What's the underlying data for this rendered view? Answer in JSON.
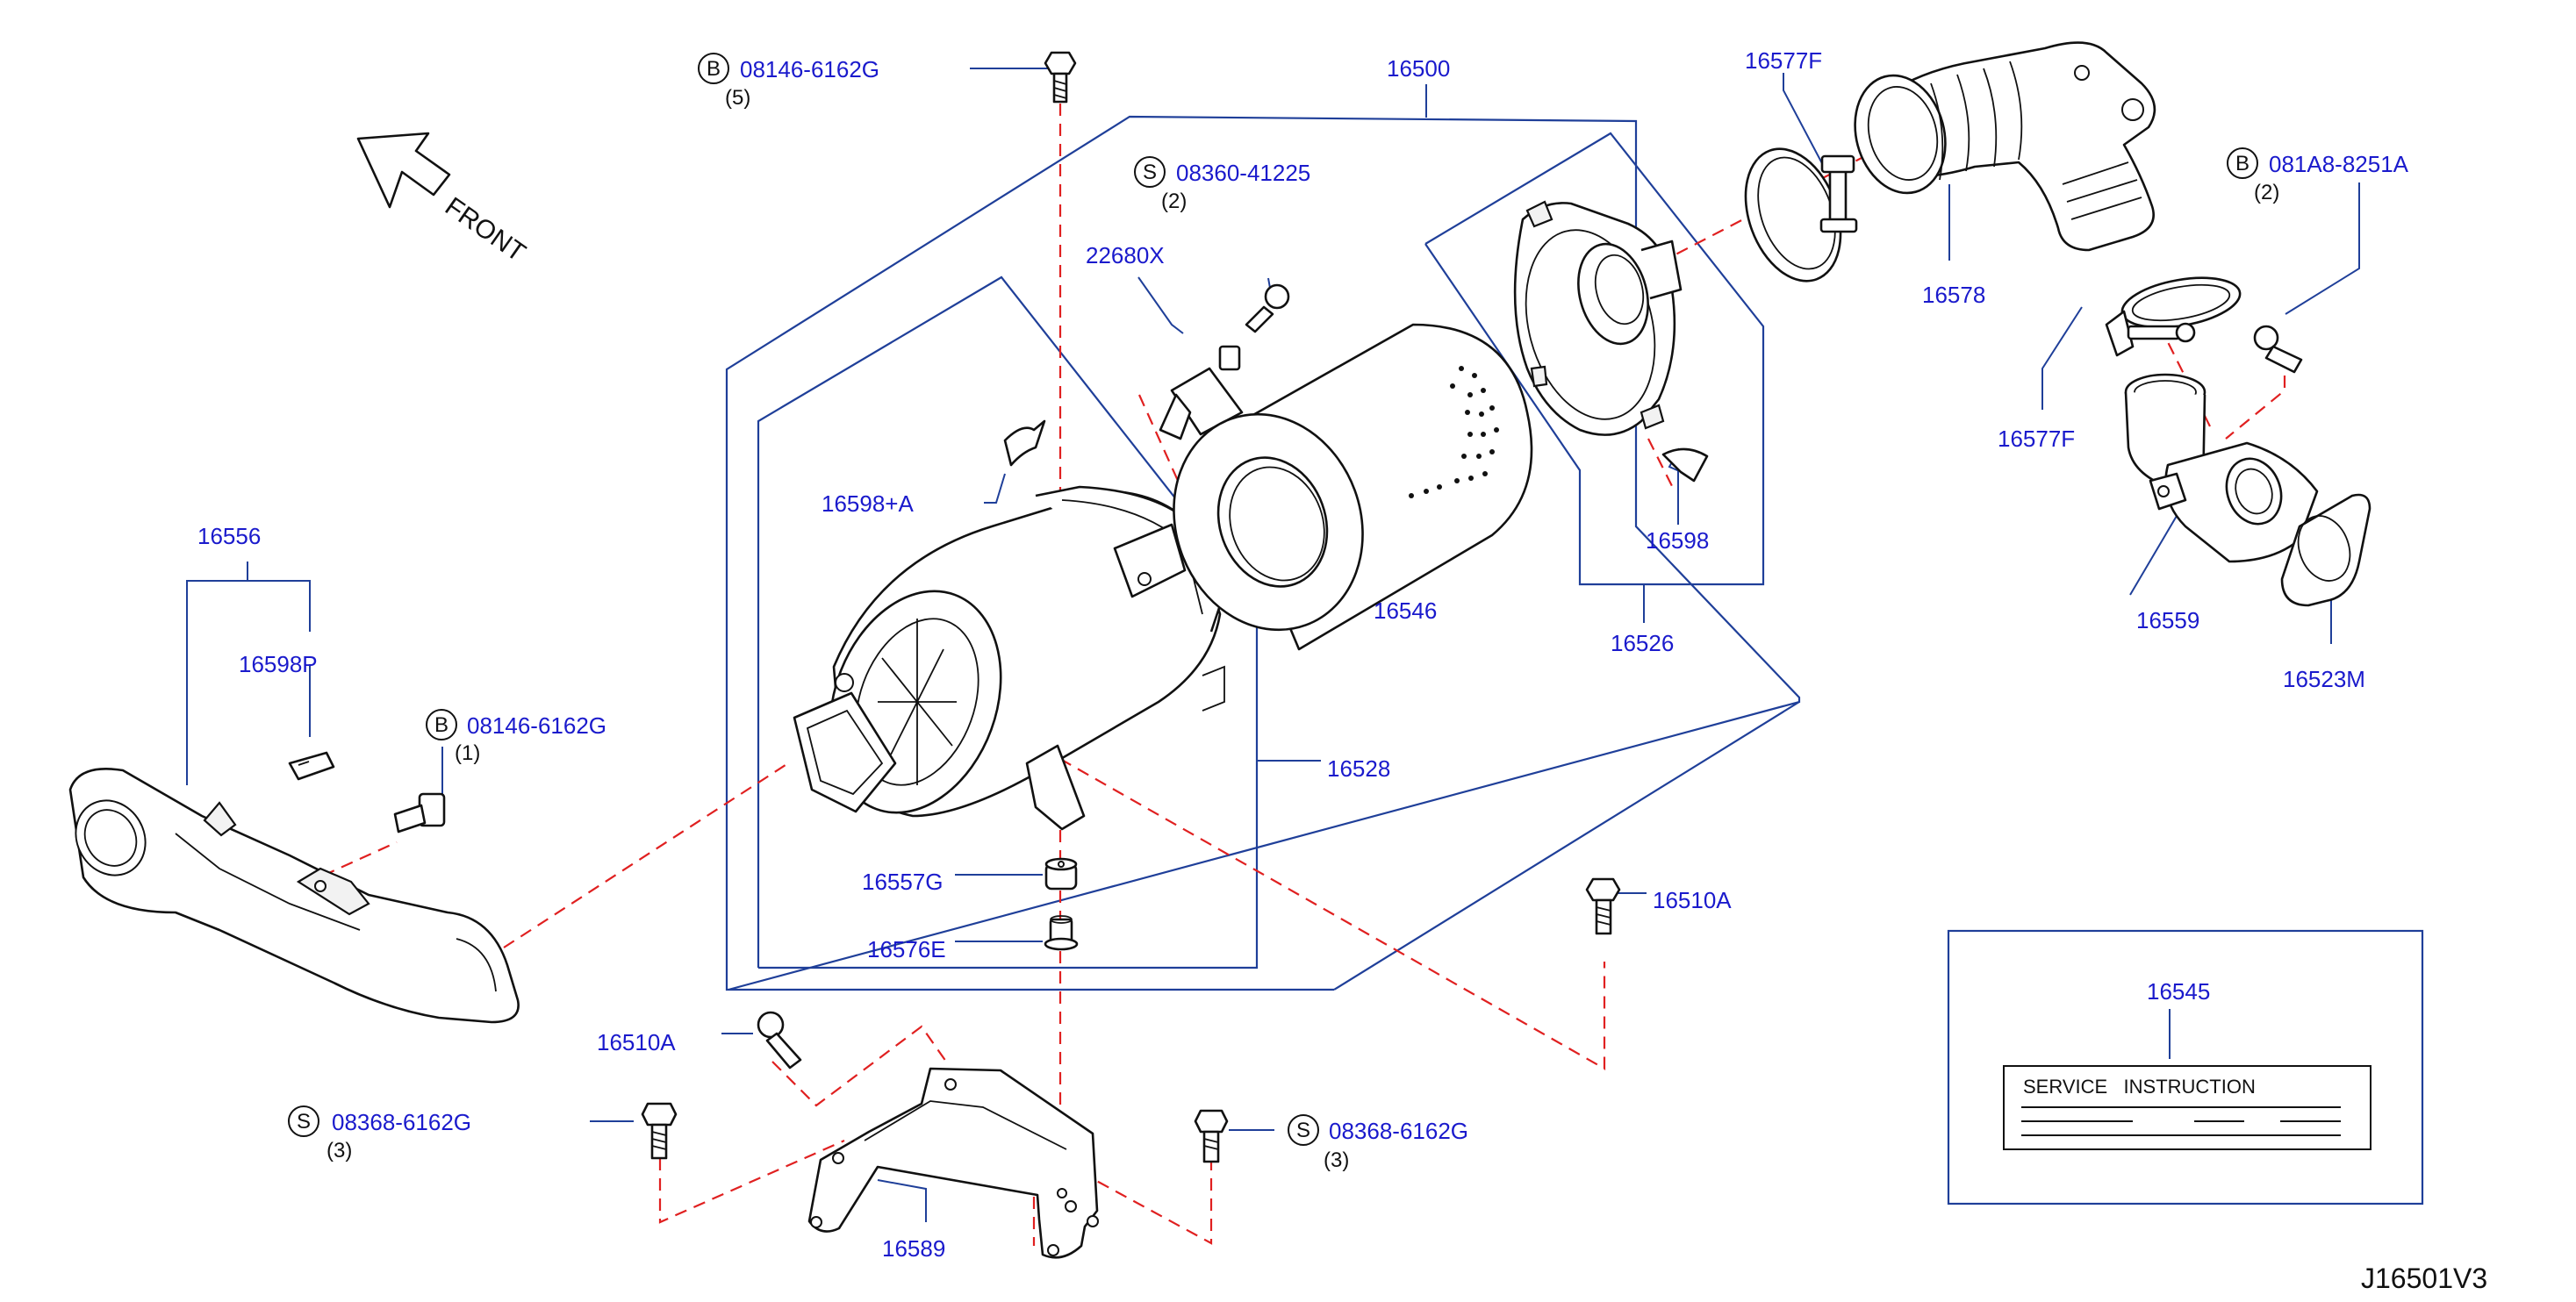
{
  "diagram_id": "J16501V3",
  "front_label": "FRONT",
  "colors": {
    "label_blue": "#1a1acc",
    "leader_blue": "#1f3f99",
    "dash_red": "#e02020",
    "line_black": "#111111"
  },
  "parts": {
    "p16500": "16500",
    "p16577F_top": "16577F",
    "p16577F_mid": "16577F",
    "p16578": "16578",
    "p22680X": "22680X",
    "p16598A": "16598+A",
    "p16546": "16546",
    "p16598": "16598",
    "p16526": "16526",
    "p16556": "16556",
    "p16598P": "16598P",
    "p16528": "16528",
    "p16557G": "16557G",
    "p16576E": "16576E",
    "p16510A_right": "16510A",
    "p16510A_left": "16510A",
    "p16589": "16589",
    "p16559": "16559",
    "p16523M": "16523M",
    "p16545": "16545"
  },
  "fasteners": {
    "b_top": {
      "letter": "B",
      "code": "08146-6162G",
      "qty": "(5)"
    },
    "s_clamp": {
      "letter": "S",
      "code": "08360-41225",
      "qty": "(2)"
    },
    "b_right": {
      "letter": "B",
      "code": "081A8-8251A",
      "qty": "(2)"
    },
    "b_left": {
      "letter": "B",
      "code": "08146-6162G",
      "qty": "(1)"
    },
    "s_left": {
      "letter": "S",
      "code": "08368-6162G",
      "qty": "(3)"
    },
    "s_right": {
      "letter": "S",
      "code": "08368-6162G",
      "qty": "(3)"
    }
  },
  "service_label": {
    "title": "SERVICE   INSTRUCTION"
  }
}
